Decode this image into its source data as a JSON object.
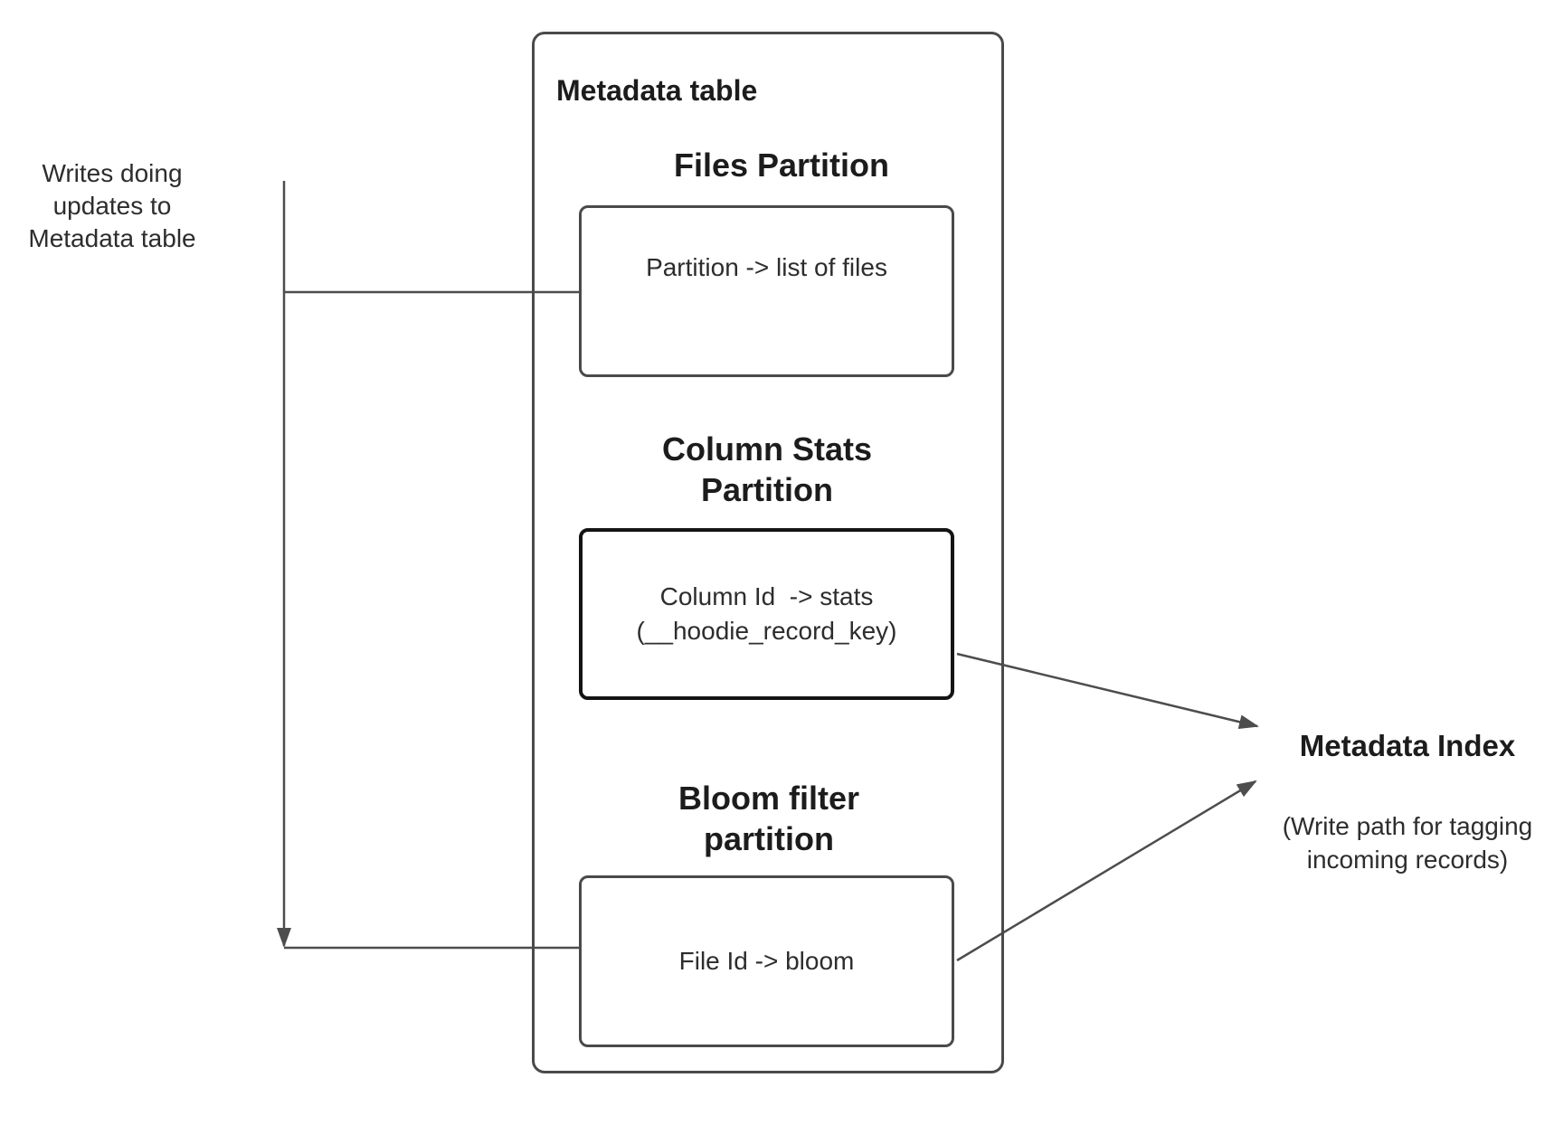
{
  "colors": {
    "background": "#ffffff",
    "connector_line": "#4d4d4d",
    "box_border": "#4a4a4a",
    "emphasis_box_border": "#141414",
    "heading_text": "#1c1c1c",
    "body_text": "#2d2d2d"
  },
  "left_note": {
    "text": "Writes doing updates to Metadata table"
  },
  "metadata_table": {
    "title": "Metadata table",
    "partitions": [
      {
        "heading": "Files Partition",
        "mapping": "Partition -> list of files"
      },
      {
        "heading": "Column Stats Partition",
        "mapping": "Column Id  -> stats",
        "mapping_detail": "(__hoodie_record_key)"
      },
      {
        "heading": "Bloom filter partition",
        "mapping": "File Id -> bloom"
      }
    ]
  },
  "metadata_index": {
    "title": "Metadata Index",
    "subtitle": "(Write path for tagging incoming records)"
  }
}
